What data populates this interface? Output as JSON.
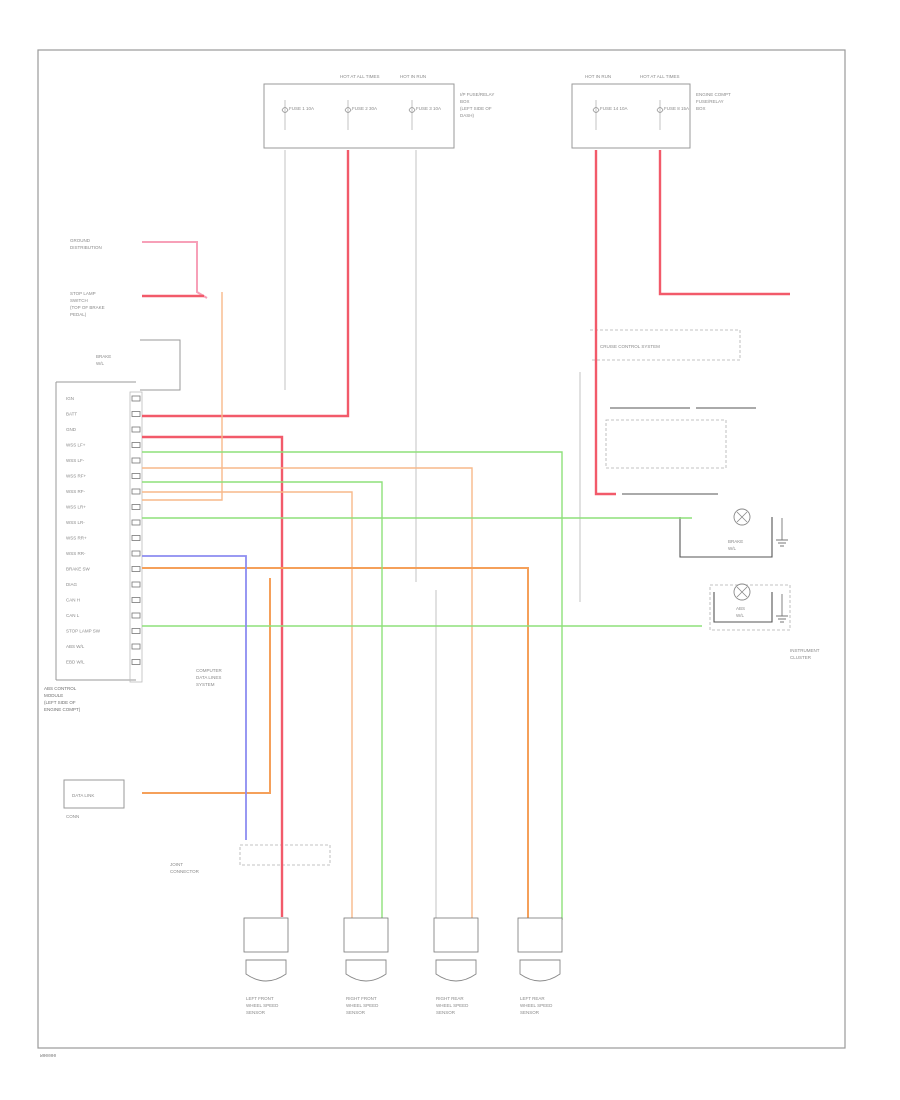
{
  "figure_code": "W00000",
  "modules": {
    "main": {
      "title_lines": [
        "ABS CONTROL",
        "MODULE",
        "(LEFT SIDE OF",
        "ENGINE COMPT)"
      ],
      "pins": [
        "IGN",
        "BATT",
        "GND",
        "WSS LF+",
        "WSS LF-",
        "WSS RF+",
        "WSS RF-",
        "WSS LR+",
        "WSS LR-",
        "WSS RR+",
        "WSS RR-",
        "BRAKE SW",
        "DIAG",
        "CAN H",
        "CAN L",
        "STOP LAMP SW",
        "ABS W/L",
        "EBD W/L"
      ]
    },
    "fuse_box_left": {
      "title_lines": [
        "HOT AT ALL TIMES",
        "HOT IN RUN"
      ],
      "fuses": [
        "FUSE 1 10A",
        "FUSE 2 30A",
        "FUSE 3 10A"
      ],
      "note_lines": [
        "I/P FUSE/RELAY",
        "BOX",
        "(LEFT SIDE OF",
        "DASH)"
      ]
    },
    "fuse_box_right": {
      "title_lines": [
        "HOT IN RUN",
        "HOT AT ALL TIMES"
      ],
      "fuses": [
        "FUSE 14 10A",
        "FUSE 8 15A"
      ],
      "note_lines": [
        "ENGINE COMPT",
        "FUSE/RELAY",
        "BOX"
      ]
    },
    "data_link": {
      "label": "DATA LINK",
      "sub": "CONN"
    },
    "stop_lamp_switch": {
      "label_lines": [
        "STOP LAMP",
        "SWITCH",
        "(TOP OF BRAKE",
        "PEDAL)"
      ]
    },
    "cruise": {
      "label": "CRUISE CONTROL SYSTEM"
    },
    "instrument_cluster": {
      "label_lines": [
        "INSTRUMENT",
        "CLUSTER"
      ]
    },
    "warning_lamps": [
      {
        "label_lines": [
          "BRAKE",
          "W/L"
        ]
      },
      {
        "label_lines": [
          "ABS",
          "W/L"
        ]
      }
    ],
    "ecm_note": {
      "label_lines": [
        "COMPUTER",
        "DATA LINES",
        "SYSTEM"
      ]
    },
    "joint_connector": {
      "label_lines": [
        "JOINT",
        "CONNECTOR"
      ]
    },
    "ground_distribution": {
      "label_lines": [
        "GROUND",
        "DISTRIBUTION"
      ]
    }
  },
  "wheel_sensors": [
    {
      "label_lines": [
        "LEFT FRONT",
        "WHEEL SPEED",
        "SENSOR"
      ]
    },
    {
      "label_lines": [
        "RIGHT FRONT",
        "WHEEL SPEED",
        "SENSOR"
      ]
    },
    {
      "label_lines": [
        "RIGHT REAR",
        "WHEEL SPEED",
        "SENSOR"
      ]
    },
    {
      "label_lines": [
        "LEFT REAR",
        "WHEEL SPEED",
        "SENSOR"
      ]
    }
  ],
  "wire_colors": {
    "red": "#f25a6a",
    "pink": "#f7a0b8",
    "orange": "#f5a05a",
    "green": "#8ee07a",
    "blue": "#8c8cf0",
    "gray": "#c8c8c8"
  }
}
